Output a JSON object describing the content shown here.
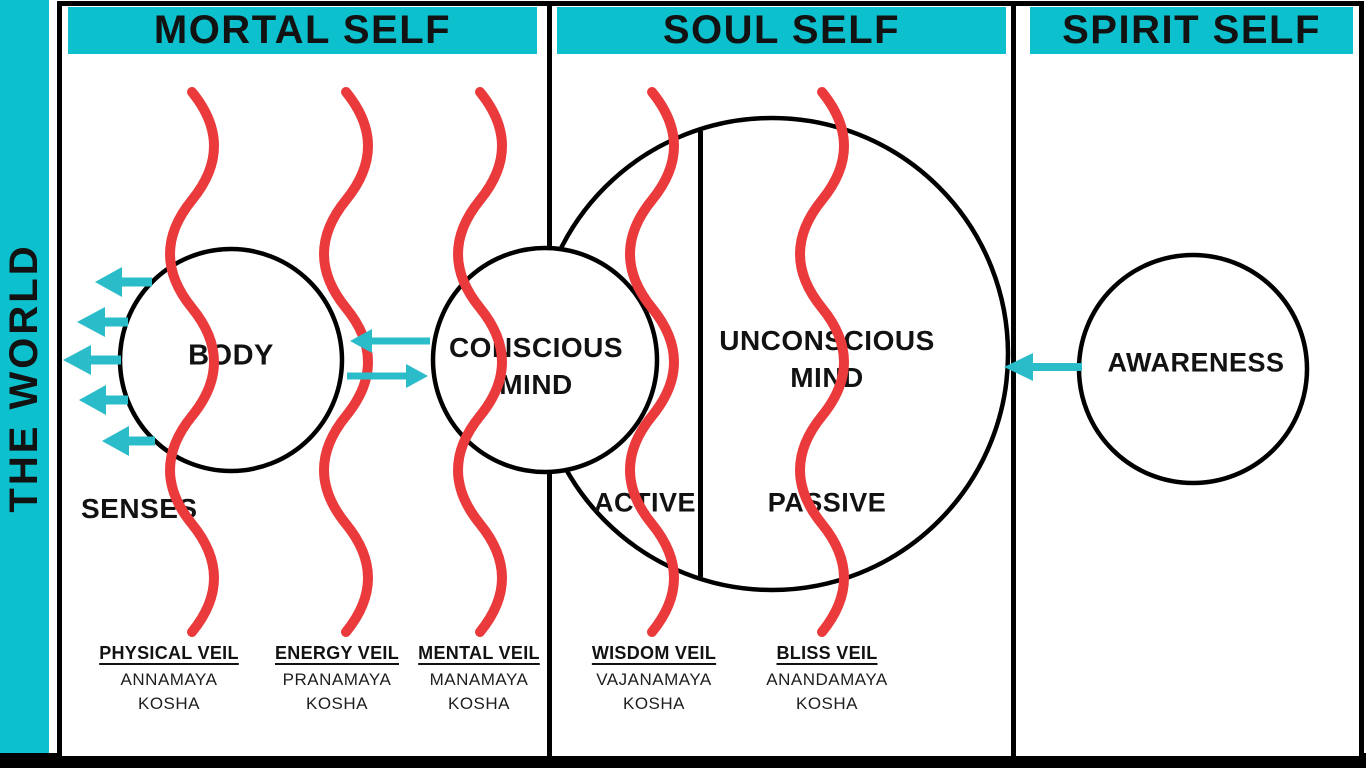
{
  "headers": [
    {
      "label": "MORTAL SELF"
    },
    {
      "label": "SOUL SELF"
    },
    {
      "label": "SPIRIT SELF"
    }
  ],
  "world": {
    "label": "THE WORLD"
  },
  "nodes": {
    "body": "BODY",
    "conscious_line1": "CONSCIOUS",
    "conscious_line2": "MIND",
    "unconscious_line1": "UNCONSCIOUS",
    "unconscious_line2": "MIND",
    "awareness": "AWARENESS",
    "active": "ACTIVE",
    "passive": "PASSIVE",
    "senses": "SENSES"
  },
  "veils": [
    {
      "title": "PHYSICAL VEIL",
      "kosha_line1": "ANNAMAYA",
      "kosha_line2": "KOSHA"
    },
    {
      "title": "ENERGY VEIL",
      "kosha_line1": "PRANAMAYA",
      "kosha_line2": "KOSHA"
    },
    {
      "title": "MENTAL VEIL",
      "kosha_line1": "MANAMAYA",
      "kosha_line2": "KOSHA"
    },
    {
      "title": "WISDOM VEIL",
      "kosha_line1": "VAJANAMAYA",
      "kosha_line2": "KOSHA"
    },
    {
      "title": "BLISS VEIL",
      "kosha_line1": "ANANDAMAYA",
      "kosha_line2": "KOSHA"
    }
  ],
  "colors": {
    "teal": "#0cc0cd",
    "arrow": "#2bbcc9",
    "red": "#ea3a3c",
    "ink": "#121212"
  },
  "shapes": {
    "red-wave-icon": "vertical red squiggle line representing a veil",
    "teal-arrow-icon": "solid teal arrow indicating direction of flow"
  }
}
